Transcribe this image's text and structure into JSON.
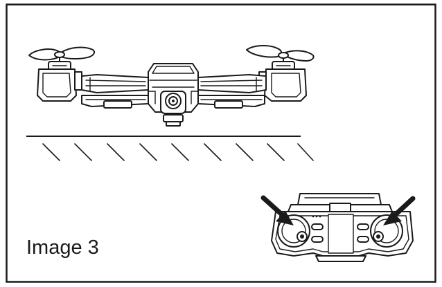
{
  "figure": {
    "caption": "Image 3",
    "colors": {
      "line": "#1a1a1a",
      "background": "#ffffff"
    },
    "icons": [
      "drone-illustration",
      "ground-hatching",
      "remote-controller-illustration",
      "arrow-icon"
    ]
  }
}
